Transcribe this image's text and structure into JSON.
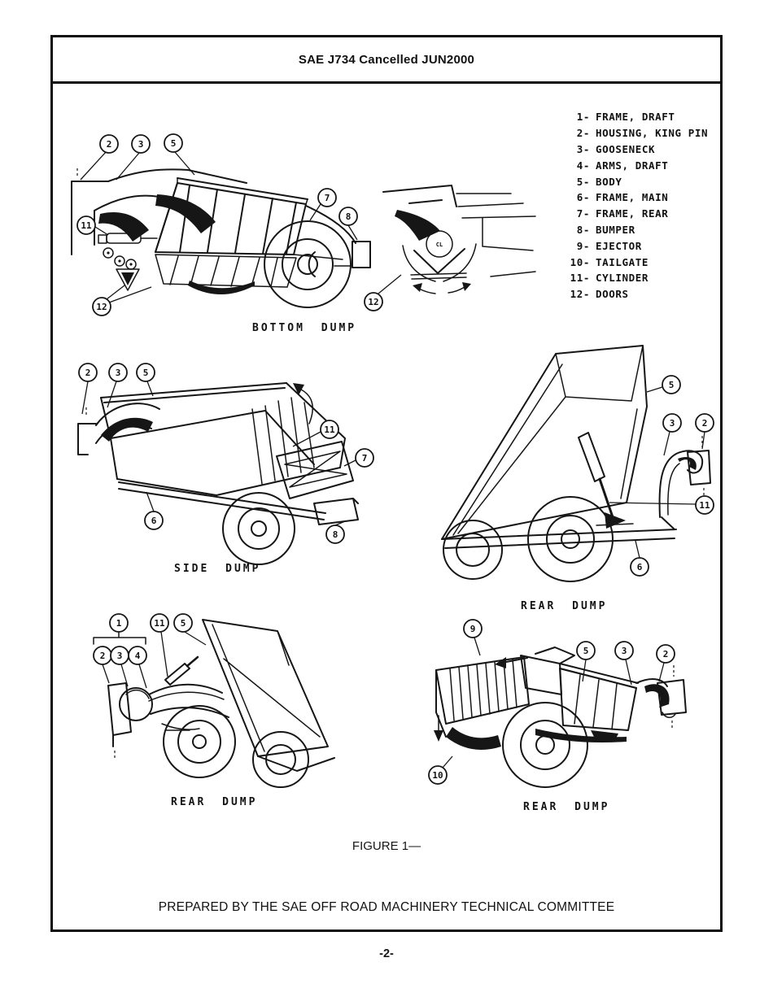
{
  "page": {
    "number": "-2-"
  },
  "header": {
    "title": "SAE J734 Cancelled JUN2000"
  },
  "legend": {
    "items": [
      {
        "num": "1-",
        "label": "FRAME, DRAFT"
      },
      {
        "num": "2-",
        "label": "HOUSING, KING PIN"
      },
      {
        "num": "3-",
        "label": "GOOSENECK"
      },
      {
        "num": "4-",
        "label": "ARMS, DRAFT"
      },
      {
        "num": "5-",
        "label": "BODY"
      },
      {
        "num": "6-",
        "label": "FRAME, MAIN"
      },
      {
        "num": "7-",
        "label": "FRAME, REAR"
      },
      {
        "num": "8-",
        "label": "BUMPER"
      },
      {
        "num": "9-",
        "label": "EJECTOR"
      },
      {
        "num": "10-",
        "label": "TAILGATE"
      },
      {
        "num": "11-",
        "label": "CYLINDER"
      },
      {
        "num": "12-",
        "label": "DOORS"
      }
    ]
  },
  "figure": {
    "caption": "FIGURE 1—",
    "prepared_by": "PREPARED BY THE SAE OFF ROAD MACHINERY TECHNICAL COMMITTEE",
    "inset_mark": "CL",
    "diagrams": [
      {
        "label": "BOTTOM DUMP",
        "callouts": [
          "2",
          "3",
          "5",
          "7",
          "8",
          "11",
          "12",
          "12"
        ]
      },
      {
        "label": "SIDE DUMP",
        "callouts": [
          "2",
          "3",
          "5",
          "11",
          "7",
          "6",
          "8"
        ]
      },
      {
        "label": "REAR DUMP",
        "callouts": [
          "5",
          "3",
          "2",
          "11",
          "6"
        ]
      },
      {
        "label": "REAR DUMP",
        "callouts": [
          "1",
          "2",
          "3",
          "4",
          "11",
          "5"
        ]
      },
      {
        "label": "REAR DUMP",
        "callouts": [
          "9",
          "5",
          "3",
          "2",
          "10"
        ]
      }
    ]
  }
}
